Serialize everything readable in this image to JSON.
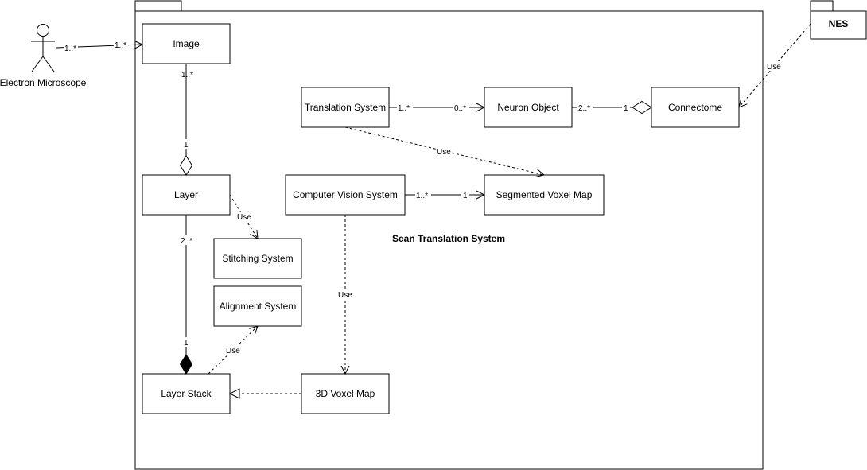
{
  "diagram": {
    "package_main": {
      "name": "Scan Translation System"
    },
    "package_external": {
      "name": "NES"
    },
    "actor": {
      "name": "Electron Microscope"
    },
    "classes": {
      "image": "Image",
      "layer": "Layer",
      "stitching": "Stitching System",
      "alignment": "Alignment System",
      "layer_stack": "Layer Stack",
      "translation": "Translation System",
      "neuron": "Neuron Object",
      "connectome": "Connectome",
      "computer_vision": "Computer Vision System",
      "segmented": "Segmented Voxel Map",
      "voxel3d": "3D Voxel Map"
    },
    "multiplicities": {
      "actor_image_src": "1..*",
      "actor_image_dst": "1..*",
      "image_layer_src": "1..*",
      "image_layer_dst": "1",
      "layer_stack_src": "2..*",
      "layer_stack_dst": "1",
      "translation_neuron_src": "1..*",
      "translation_neuron_dst": "0..*",
      "neuron_connectome_src": "2..*",
      "neuron_connectome_dst": "1",
      "cv_segmented_src": "1..*",
      "cv_segmented_dst": "1"
    },
    "use_labels": {
      "nes_connectome": "Use",
      "translation_segmented": "Use",
      "layer_stitching": "Use",
      "cv_voxel3d": "Use",
      "stack_alignment": "Use"
    }
  }
}
